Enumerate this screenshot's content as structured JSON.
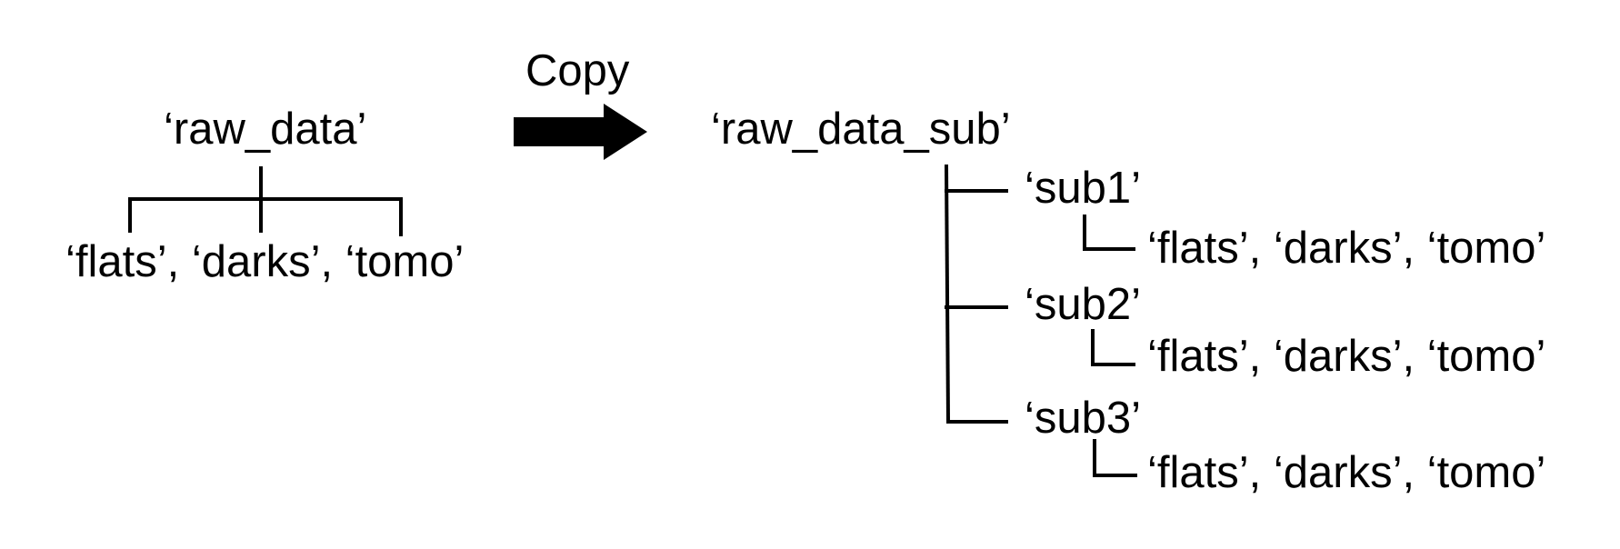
{
  "left_tree": {
    "root": "‘raw_data’",
    "children": "‘flats’, ‘darks’, ‘tomo’"
  },
  "arrow": {
    "label": "Copy"
  },
  "right_tree": {
    "root": "‘raw_data_sub’",
    "subgroups": [
      {
        "name": "‘sub1’",
        "children": "‘flats’, ‘darks’, ‘tomo’"
      },
      {
        "name": "‘sub2’",
        "children": "‘flats’, ‘darks’, ‘tomo’"
      },
      {
        "name": "‘sub3’",
        "children": "‘flats’, ‘darks’, ‘tomo’"
      }
    ]
  },
  "colors": {
    "ink": "#000000",
    "background": "#ffffff"
  }
}
